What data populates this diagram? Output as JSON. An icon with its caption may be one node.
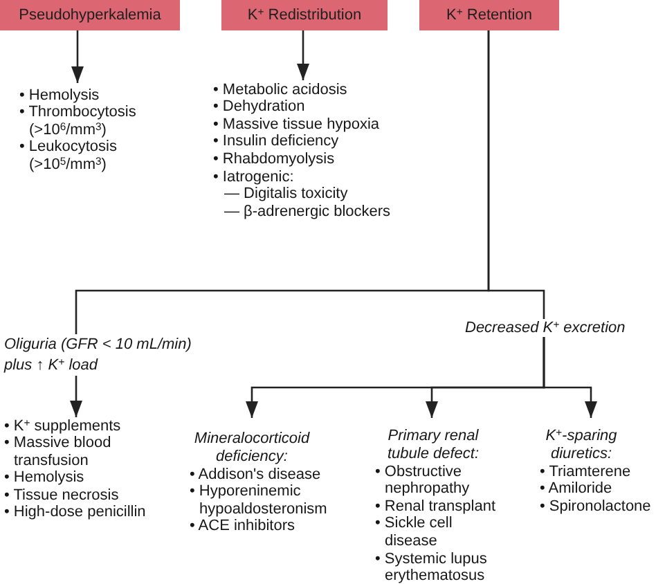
{
  "diagram": {
    "nodes": [
      {
        "text": [
          "Pseudohyperkalemia"
        ]
      },
      {
        "text": [
          "K$^{+}$ Redistribution"
        ]
      },
      {
        "text": [
          "K$^{+}$ Retention"
        ]
      },
      {
        "text": [
          "• Hemolysis",
          "• Thrombocytosis (>10$^{6}$/mm$^{3}$)",
          "• Leukocytosis (>10$^{5}$/mm$^{3}$)"
        ]
      },
      {
        "text": [
          "• Metabolic acidosis",
          "• Dehydration",
          "• Massive tissue hypoxia",
          "• Insulin deficiency",
          "• Rhabdomyolysis",
          "• Iatrogenic:",
          "— Digitalis toxicity",
          "— β-adrenergic blockers"
        ]
      },
      {
        "text": [
          "Oliguria (GFR < 10 mL/min) plus ↑ K$^{+}$ load"
        ]
      },
      {
        "text": [
          "Decreased K$^{+}$ excretion"
        ]
      },
      {
        "text": [
          "• K$^{+}$ supplements",
          "• Massive blood transfusion",
          "• Hemolysis",
          "• Tissue necrosis",
          "• High-dose penicillin"
        ]
      },
      {
        "text": [
          "Mineralocorticoid deficiency:",
          "• Addison's disease",
          "• Hyporeninemic hypoaldosteronism",
          "• ACE inhibitors"
        ]
      },
      {
        "text": [
          "Primary renal tubule defect:",
          "• Obstructive nephropathy",
          "• Renal transplant",
          "• Sickle cell disease",
          "• Systemic lupus erythematosus"
        ]
      },
      {
        "text": [
          "K$^{+}$-sparing diuretics:",
          "• Triamterene",
          "• Amiloride",
          "• Spironolactone"
        ]
      }
    ],
    "edges": [
      {
        "from": 0,
        "to": 3,
        "arrow": "to"
      },
      {
        "from": 1,
        "to": 4,
        "arrow": "to"
      },
      {
        "from": 2,
        "to": 5,
        "arrow": "none"
      },
      {
        "from": 2,
        "to": 6,
        "arrow": "none"
      },
      {
        "from": 5,
        "to": 7,
        "arrow": "to"
      },
      {
        "from": 6,
        "to": 8,
        "arrow": "to"
      },
      {
        "from": 6,
        "to": 9,
        "arrow": "to"
      },
      {
        "from": 6,
        "to": 10,
        "arrow": "to"
      }
    ]
  }
}
